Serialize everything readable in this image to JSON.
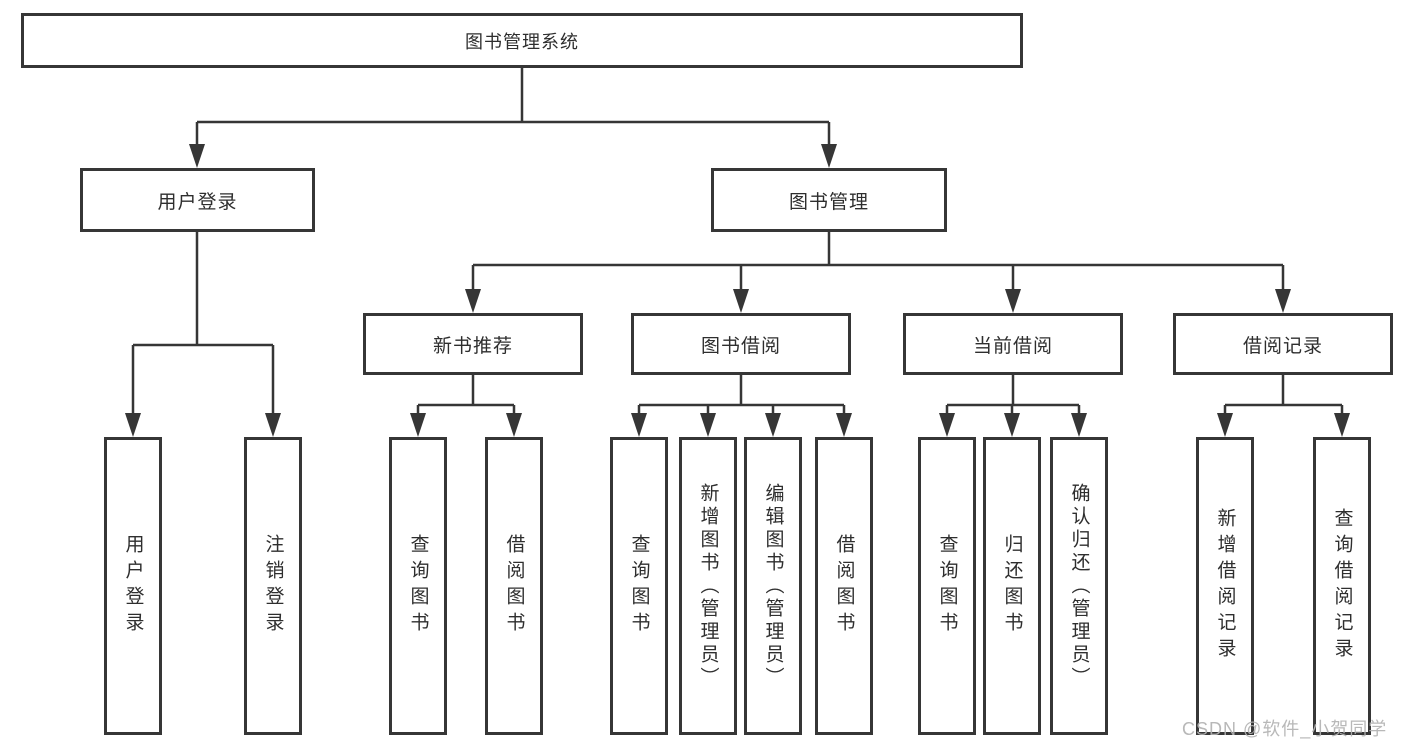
{
  "diagram": {
    "title": "图书管理系统",
    "nodes": {
      "root": "图书管理系统",
      "user_login": "用户登录",
      "book_mgmt": "图书管理",
      "new_book": "新书推荐",
      "book_borrow": "图书借阅",
      "current_borrow": "当前借阅",
      "borrow_record": "借阅记录",
      "leaf_user_login": "用户登录",
      "leaf_logout": "注销登录",
      "leaf_nb_query": "查询图书",
      "leaf_nb_borrow": "借阅图书",
      "leaf_bb_query": "查询图书",
      "leaf_bb_add": "新增图书（管理员）",
      "leaf_bb_edit": "编辑图书（管理员）",
      "leaf_bb_borrow": "借阅图书",
      "leaf_cb_query": "查询图书",
      "leaf_cb_return": "归还图书",
      "leaf_cb_confirm": "确认归还（管理员）",
      "leaf_br_add": "新增借阅记录",
      "leaf_br_query": "查询借阅记录"
    },
    "edges": [
      [
        "图书管理系统",
        "用户登录"
      ],
      [
        "图书管理系统",
        "图书管理"
      ],
      [
        "用户登录",
        "用户登录"
      ],
      [
        "用户登录",
        "注销登录"
      ],
      [
        "图书管理",
        "新书推荐"
      ],
      [
        "图书管理",
        "图书借阅"
      ],
      [
        "图书管理",
        "当前借阅"
      ],
      [
        "图书管理",
        "借阅记录"
      ],
      [
        "新书推荐",
        "查询图书"
      ],
      [
        "新书推荐",
        "借阅图书"
      ],
      [
        "图书借阅",
        "查询图书"
      ],
      [
        "图书借阅",
        "新增图书（管理员）"
      ],
      [
        "图书借阅",
        "编辑图书（管理员）"
      ],
      [
        "图书借阅",
        "借阅图书"
      ],
      [
        "当前借阅",
        "查询图书"
      ],
      [
        "当前借阅",
        "归还图书"
      ],
      [
        "当前借阅",
        "确认归还（管理员）"
      ],
      [
        "借阅记录",
        "新增借阅记录"
      ],
      [
        "借阅记录",
        "查询借阅记录"
      ]
    ]
  },
  "watermark": "CSDN @软件_小贺同学",
  "colors": {
    "line": "#363636",
    "box_border": "#363636",
    "background": "#ffffff",
    "watermark": "#b2b2b2"
  }
}
